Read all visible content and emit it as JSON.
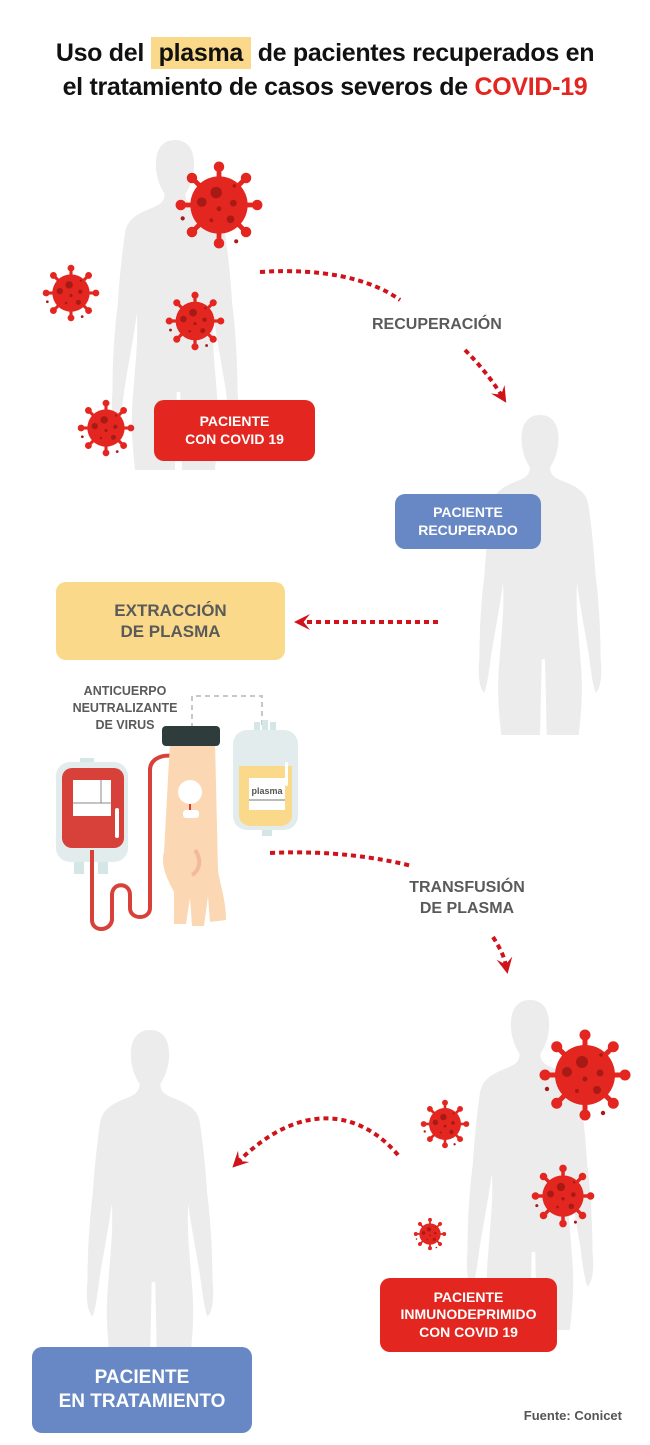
{
  "title": {
    "part1": "Uso del",
    "highlight": "plasma",
    "part2": "de pacientes recuperados en",
    "line2": "el tratamiento de casos severos de",
    "accent": "COVID-19"
  },
  "colors": {
    "red": "#e3261f",
    "blue": "#6788c4",
    "yellow": "#fbd98a",
    "silhouette": "#ececec",
    "text_gray": "#5a5a5a"
  },
  "labels": {
    "patient_covid": [
      "PACIENTE",
      "CON COVID 19"
    ],
    "patient_recovered": [
      "PACIENTE",
      "RECUPERADO"
    ],
    "plasma_extraction": [
      "EXTRACCIÓN",
      "DE PLASMA"
    ],
    "patient_immunocompromised": [
      "PACIENTE",
      "INMUNODEPRIMIDO",
      "CON COVID 19"
    ],
    "patient_treatment": [
      "PACIENTE",
      "EN TRATAMIENTO"
    ]
  },
  "steps": {
    "recovery": "RECUPERACIÓN",
    "transfusion": [
      "TRANSFUSIÓN",
      "DE PLASMA"
    ]
  },
  "antibody_label": [
    "ANTICUERPO",
    "NEUTRALIZANTE",
    "DE VIRUS"
  ],
  "plasma_bag_label": "plasma",
  "source": "Fuente: Conicet",
  "icons": [
    "human-silhouette-icon",
    "virus-icon",
    "blood-bag-icon",
    "plasma-bag-icon",
    "arm-icon",
    "dotted-arrow-icon"
  ]
}
